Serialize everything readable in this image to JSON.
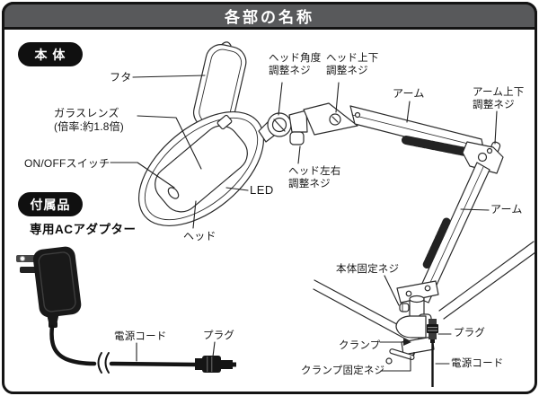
{
  "title": "各部の名称",
  "badges": {
    "body": "本 体",
    "accessories": "付属品"
  },
  "accessory_name": "専用ACアダプター",
  "labels": {
    "futa": "フタ",
    "glass_lens": "ガラスレンズ\n(倍率:約1.8倍)",
    "on_off_switch": "ON/OFFスイッチ",
    "head_angle_screw": "ヘッド角度\n調整ネジ",
    "head_updown_screw": "ヘッド上下\n調整ネジ",
    "arm_upper": "アーム",
    "arm_updown_screw": "アーム上下\n調整ネジ",
    "head_leftright_screw": "ヘッド左右\n調整ネジ",
    "led": "LED",
    "head": "ヘッド",
    "arm_lower": "アーム",
    "body_fixing_screw": "本体固定ネジ",
    "clamp": "クランプ",
    "clamp_fixing_screw": "クランプ固定ネジ",
    "plug_clamp": "プラグ",
    "power_cord_clamp": "電源コード",
    "power_cord_adapter": "電源コード",
    "plug_adapter": "プラグ"
  },
  "colors": {
    "title_bar": "#58595b",
    "badge_bg": "#101010",
    "line_art": "#2b2b2b",
    "border": "#141414",
    "background": "#ffffff"
  }
}
